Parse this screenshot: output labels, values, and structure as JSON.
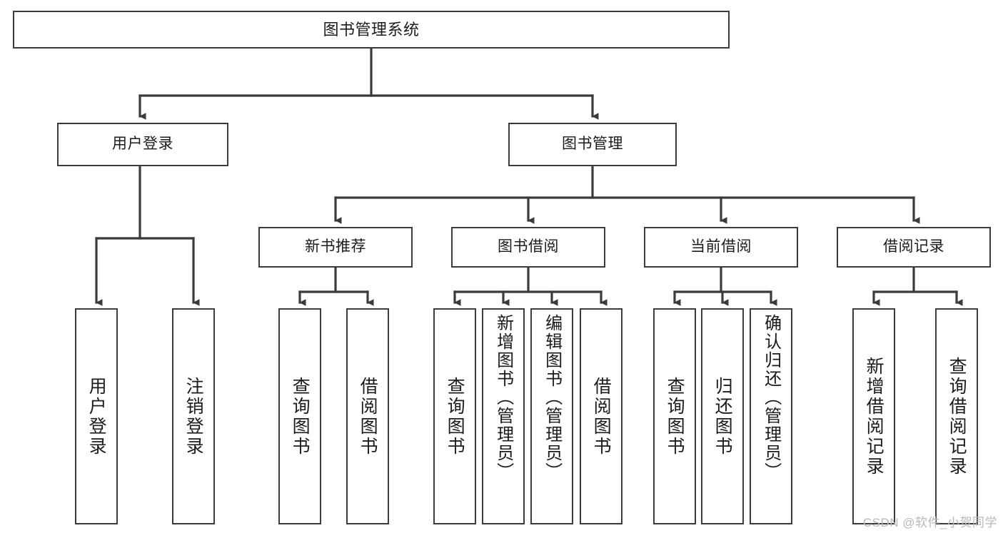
{
  "diagram": {
    "type": "tree",
    "title": "图书管理系统",
    "root": {
      "label": "图书管理系统"
    },
    "level2": [
      {
        "label": "用户登录"
      },
      {
        "label": "图书管理"
      }
    ],
    "level3": [
      {
        "label": "新书推荐"
      },
      {
        "label": "图书借阅"
      },
      {
        "label": "当前借阅"
      },
      {
        "label": "借阅记录"
      }
    ],
    "leaves": {
      "user_login": [
        {
          "label": "用户登录"
        },
        {
          "label": "注销登录"
        }
      ],
      "new_book_recommend": [
        {
          "label": "查询图书"
        },
        {
          "label": "借阅图书"
        }
      ],
      "book_borrow": [
        {
          "label": "查询图书"
        },
        {
          "label": "新增图书（管理员）"
        },
        {
          "label": "编辑图书（管理员）"
        },
        {
          "label": "借阅图书"
        }
      ],
      "current_borrow": [
        {
          "label": "查询图书"
        },
        {
          "label": "归还图书"
        },
        {
          "label": "确认归还（管理员）"
        }
      ],
      "borrow_record": [
        {
          "label": "新增借阅记录"
        },
        {
          "label": "查询借阅记录"
        }
      ]
    }
  },
  "watermark": {
    "text": "CSDN @软件_小贺同学"
  },
  "colors": {
    "stroke": "#3b3b3b",
    "text": "#1b1b1b",
    "background": "#ffffff",
    "watermark": "#b8b8b8"
  }
}
